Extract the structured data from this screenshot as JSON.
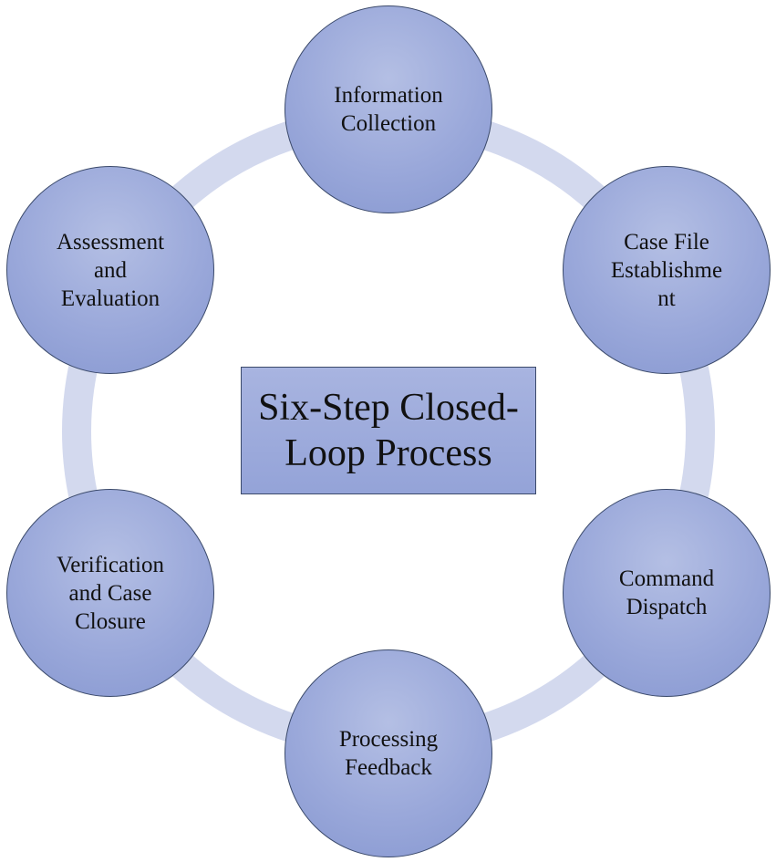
{
  "diagram": {
    "center_title": "Six-Step Closed-\nLoop Process",
    "steps": [
      {
        "label": "Information\nCollection"
      },
      {
        "label": "Case File\nEstablishme\nnt"
      },
      {
        "label": "Command\nDispatch"
      },
      {
        "label": "Processing\nFeedback"
      },
      {
        "label": "Verification\nand Case\nClosure"
      },
      {
        "label": "Assessment\nand\nEvaluation"
      }
    ]
  },
  "colors": {
    "ring": "#d3d9ee",
    "node_fill": "#9aa8da",
    "node_border": "#3b4a6b",
    "center_fill": "#a0addd"
  }
}
